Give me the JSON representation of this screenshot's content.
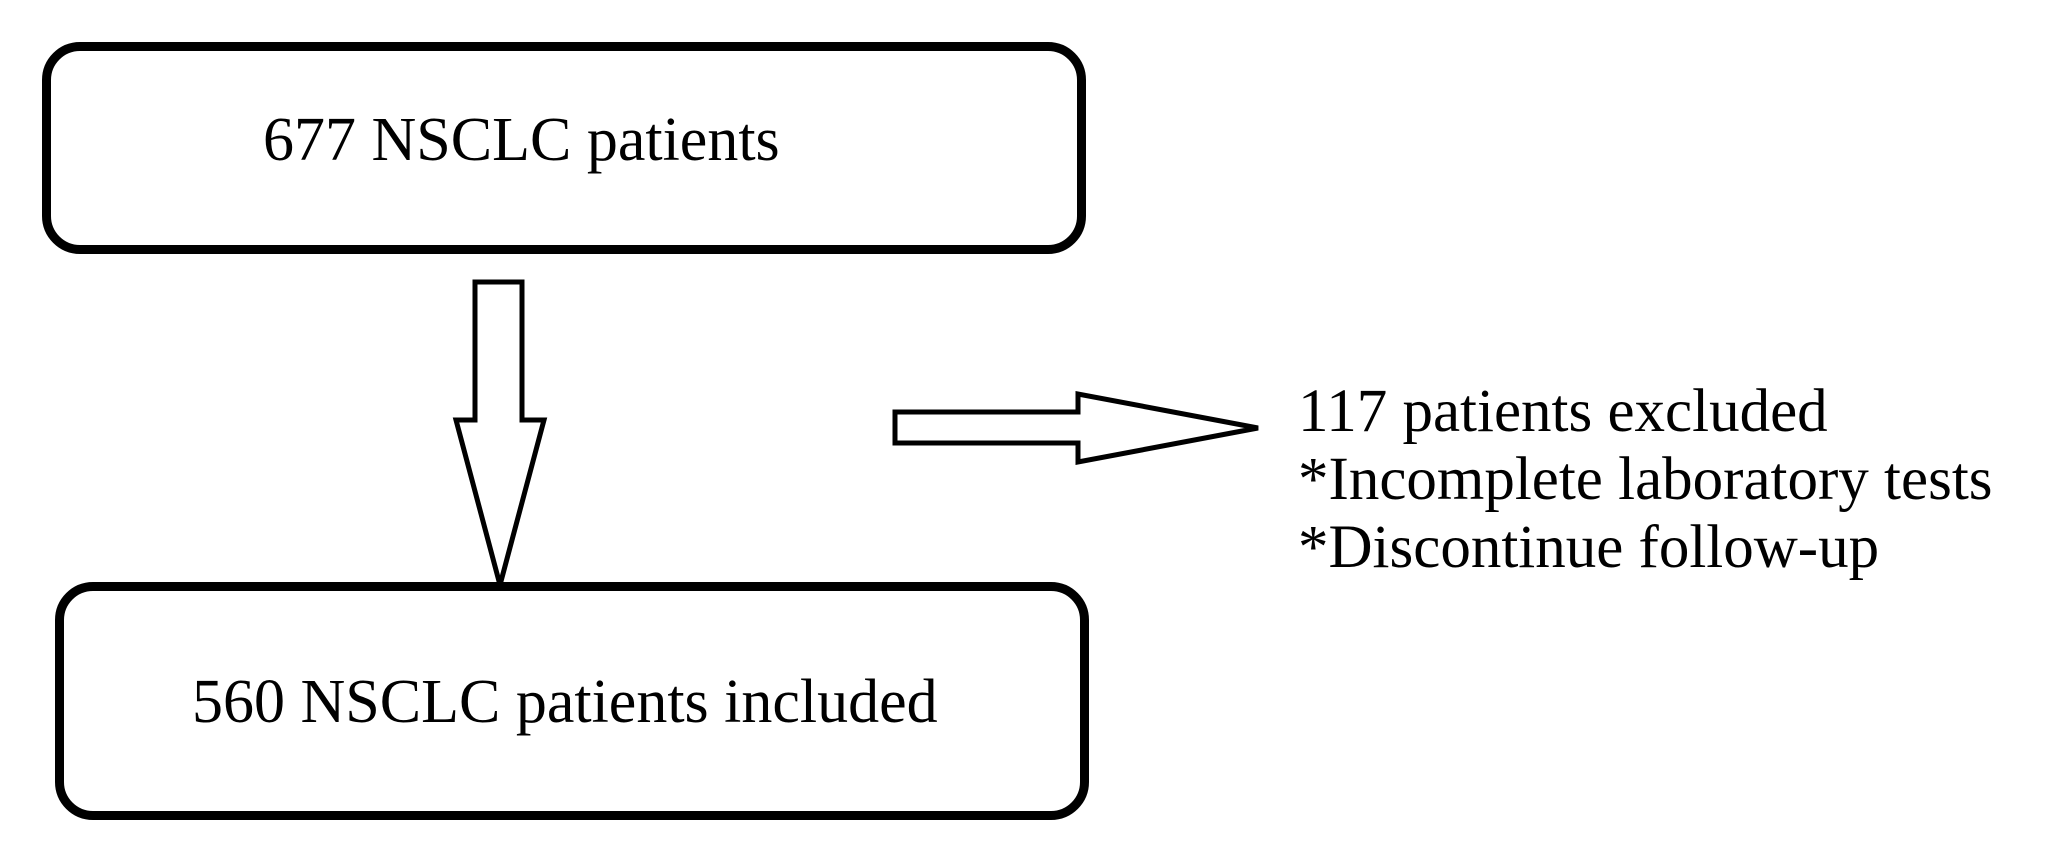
{
  "flowchart": {
    "start_box": {
      "label": "677 NSCLC patients"
    },
    "end_box": {
      "label": "560 NSCLC patients included"
    },
    "exclusion": {
      "title": "117 patients excluded",
      "reasons": [
        "*Incomplete laboratory tests",
        "*Discontinue follow-up"
      ]
    }
  },
  "colors": {
    "stroke": "#000000",
    "background": "#ffffff"
  },
  "icons": {
    "down_arrow": "hollow-down-arrow",
    "right_arrow": "hollow-right-arrow"
  }
}
